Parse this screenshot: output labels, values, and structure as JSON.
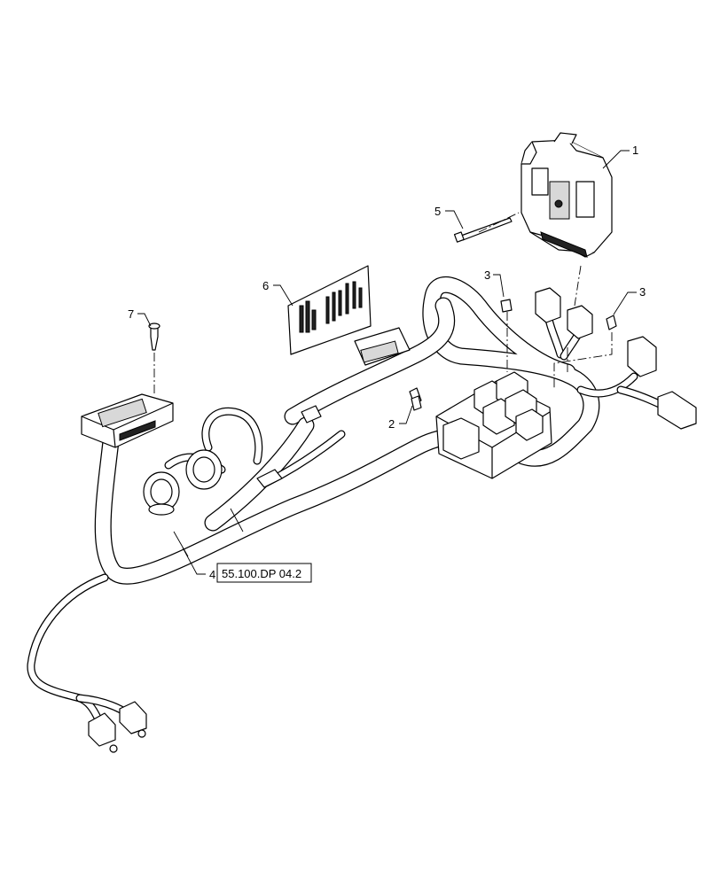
{
  "callouts": [
    {
      "id": "1",
      "label": "1"
    },
    {
      "id": "2",
      "label": "2"
    },
    {
      "id": "3a",
      "label": "3"
    },
    {
      "id": "3b",
      "label": "3"
    },
    {
      "id": "4",
      "label": "4"
    },
    {
      "id": "5",
      "label": "5"
    },
    {
      "id": "6",
      "label": "6"
    },
    {
      "id": "7",
      "label": "7"
    }
  ],
  "reference_box": {
    "text": "55.100.DP 04.2"
  }
}
